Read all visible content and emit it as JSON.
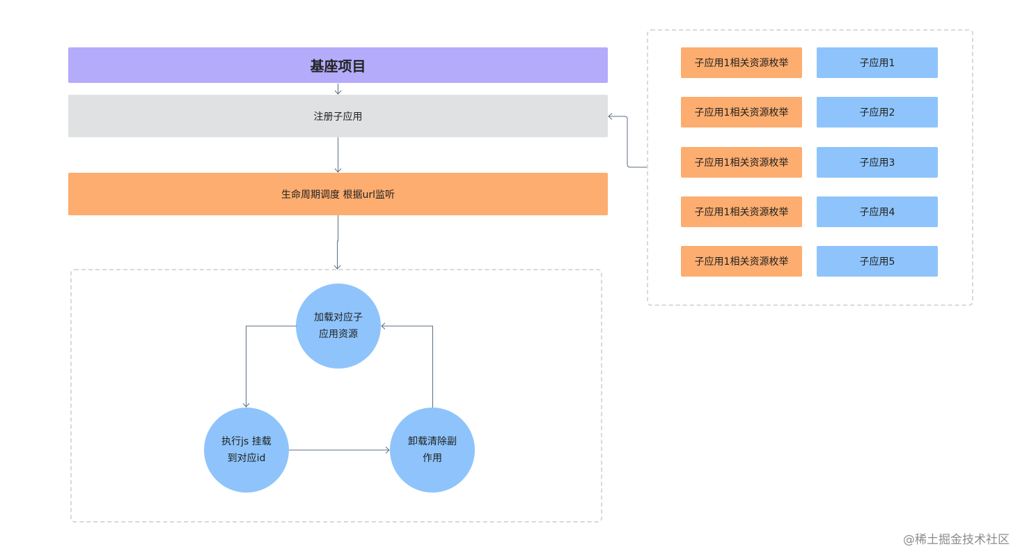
{
  "main": {
    "title": "基座项目",
    "register": "注册子应用",
    "lifecycle": "生命周期调度 根据url监听"
  },
  "cycle": {
    "load": "加载对应子\n应用资源",
    "mount": "执行js 挂载\n到对应id",
    "unmount": "卸载清除副\n作用"
  },
  "subapps": [
    {
      "resource": "子应用1相关资源枚举",
      "name": "子应用1"
    },
    {
      "resource": "子应用1相关资源枚举",
      "name": "子应用2"
    },
    {
      "resource": "子应用1相关资源枚举",
      "name": "子应用3"
    },
    {
      "resource": "子应用1相关资源枚举",
      "name": "子应用4"
    },
    {
      "resource": "子应用1相关资源枚举",
      "name": "子应用5"
    }
  ],
  "watermark": "@稀土掘金技术社区",
  "colors": {
    "title": "#b4abfb",
    "register": "#dfe1e3",
    "orange": "#fcad6f",
    "blue": "#8ec4fb",
    "connector": "#5b6b82"
  }
}
